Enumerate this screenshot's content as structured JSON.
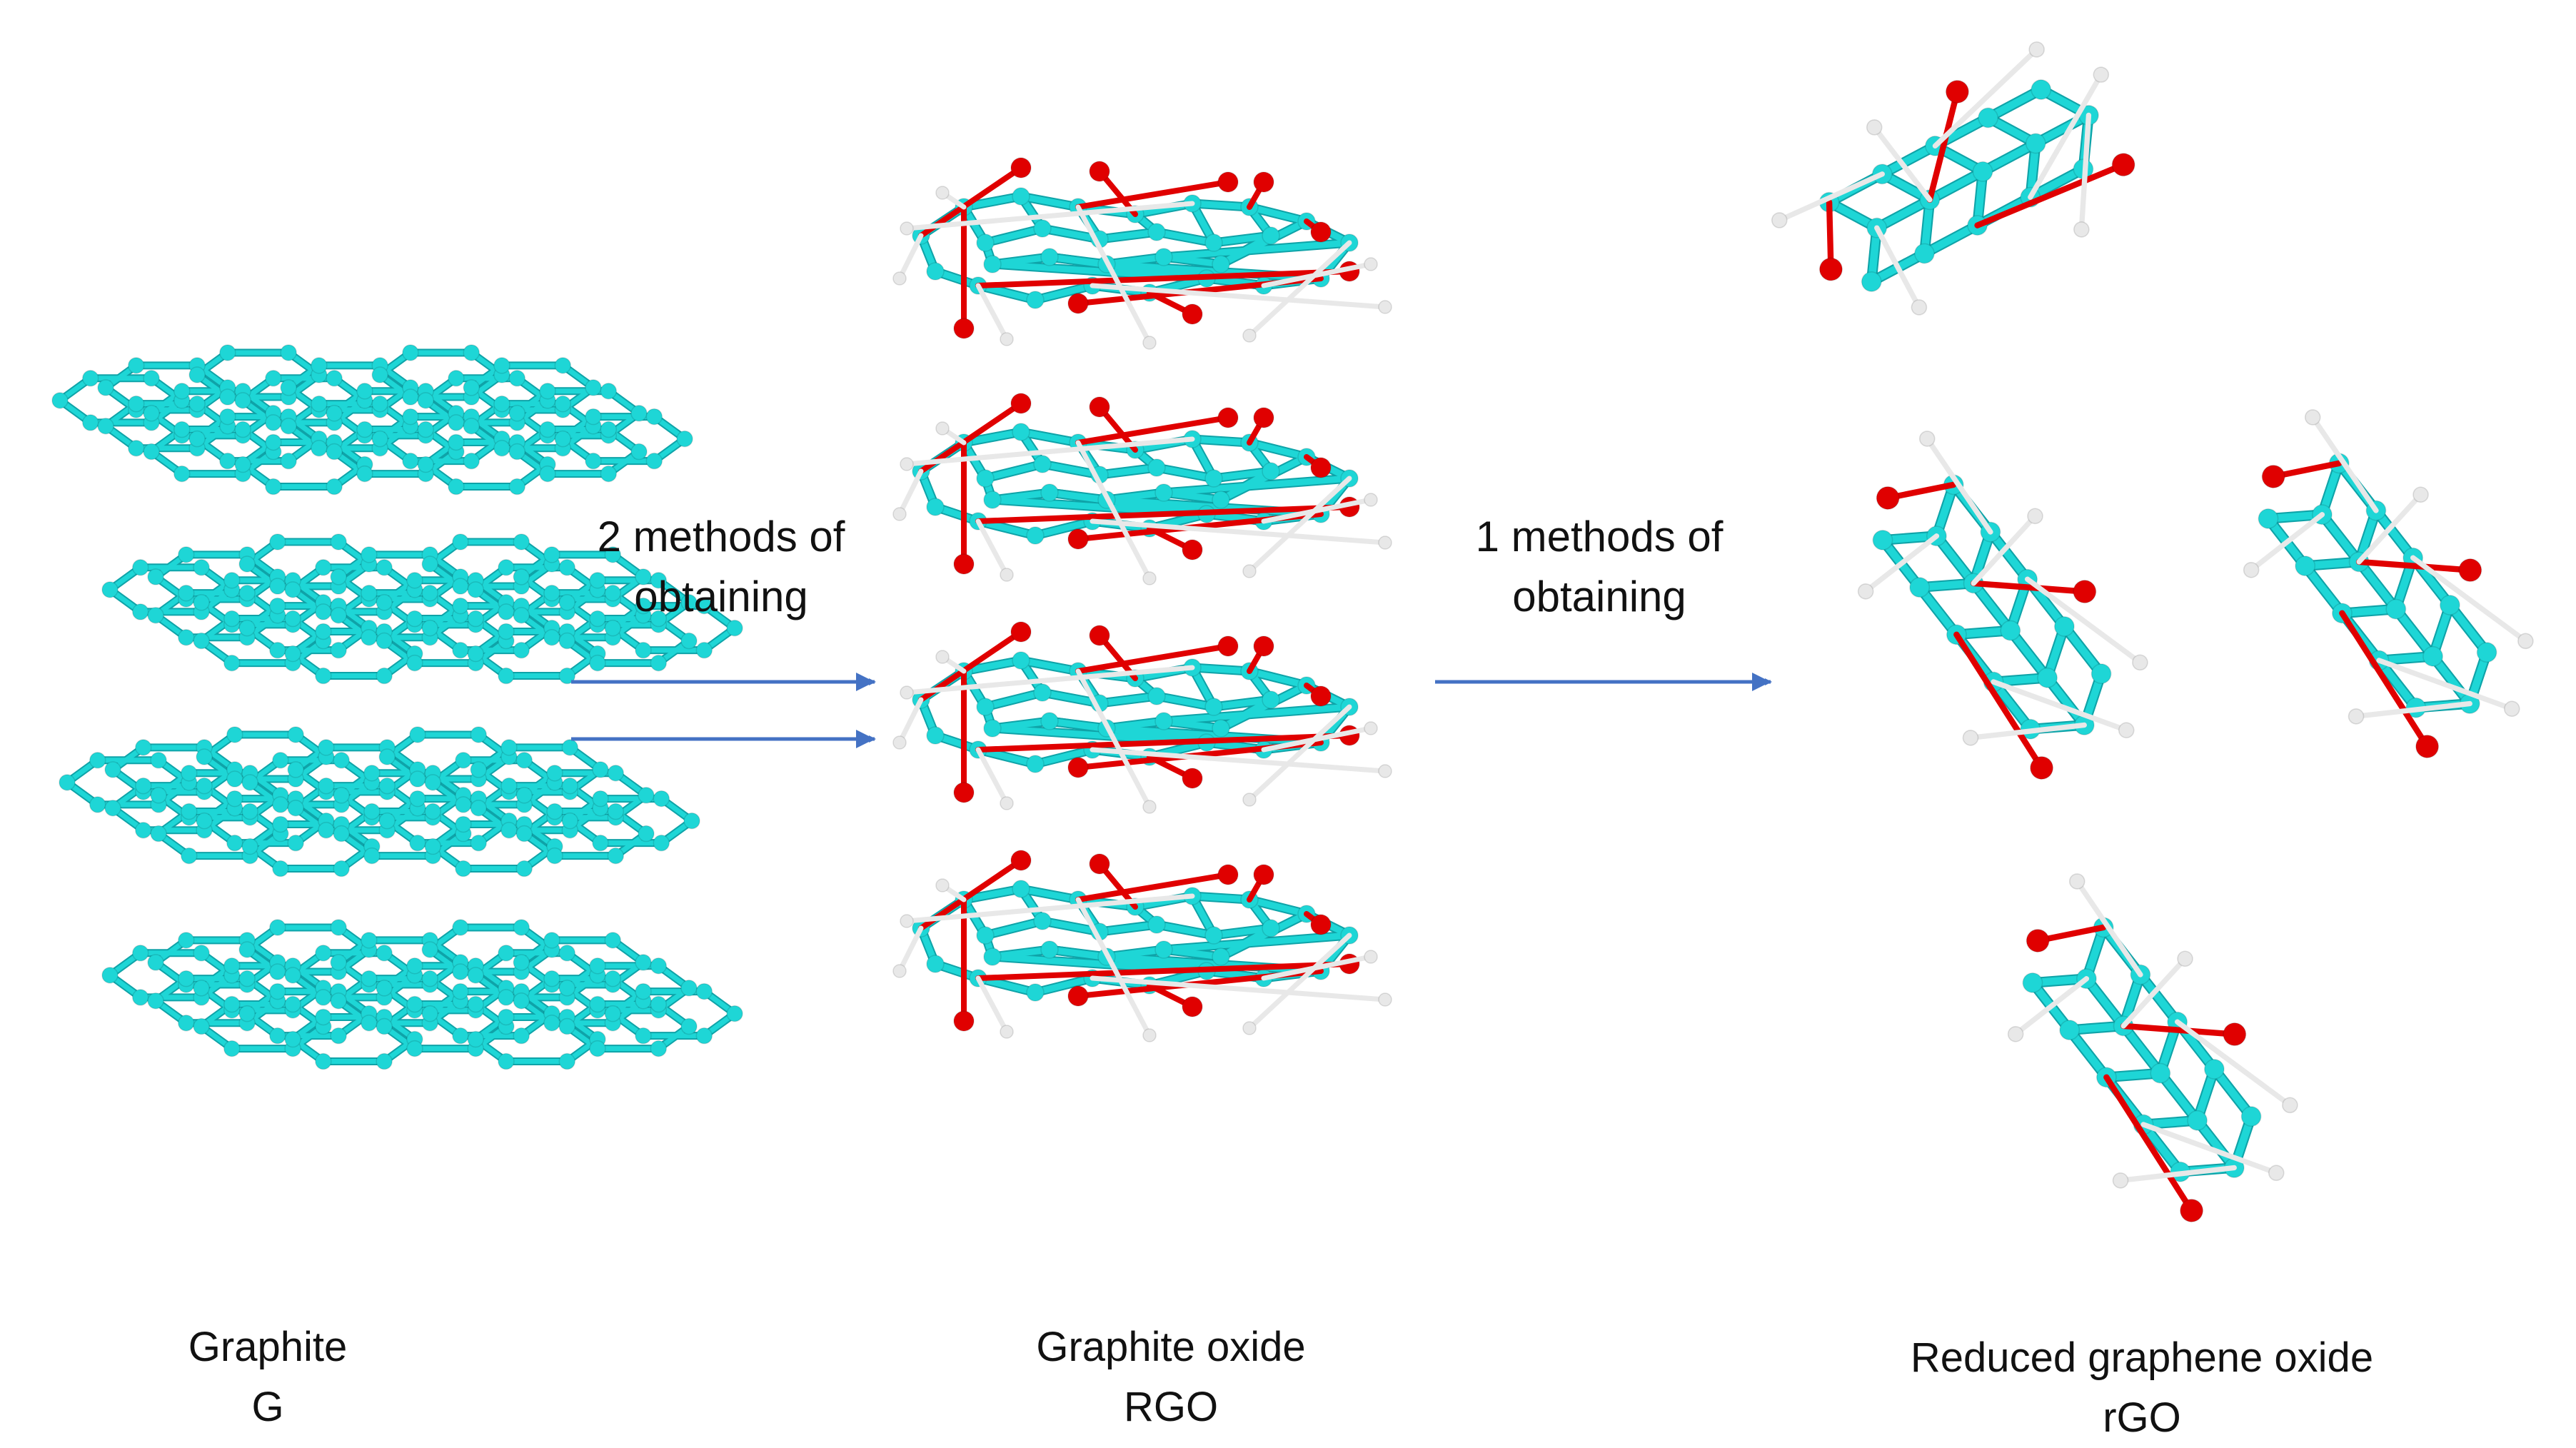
{
  "stages": [
    {
      "name": "Graphite",
      "abbr": "G"
    },
    {
      "name": "Graphite oxide",
      "abbr": "RGO"
    },
    {
      "name": "Reduced graphene oxide",
      "abbr": "rGO"
    }
  ],
  "steps": [
    {
      "line1": "2 methods of",
      "line2": "obtaining",
      "arrow_count": 2
    },
    {
      "line1": "1 methods of",
      "line2": "obtaining",
      "arrow_count": 1
    }
  ],
  "colors": {
    "carbon": "#1ed6d6",
    "carbon_dark": "#0fa3a8",
    "oxygen": "#e00000",
    "hydrogen": "#e8e8e8",
    "arrow": "#4472c4"
  }
}
